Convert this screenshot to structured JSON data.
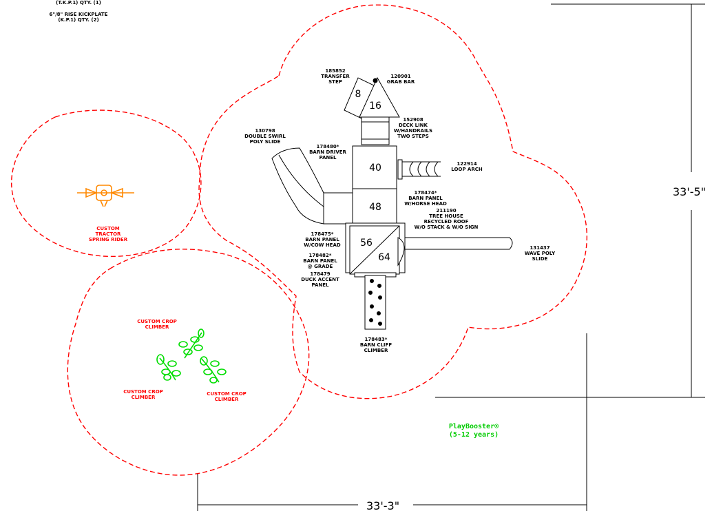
{
  "header_notes": [
    "(T.K.P.1) QTY. (1)",
    "6\"/8\" RISE KICKPLATE",
    "(K.P.1) QTY. (2)"
  ],
  "colors": {
    "boundary": "#ff0000",
    "structure": "#000000",
    "climber": "#00dd00",
    "spring_rider": "#ff8800",
    "brand": "#00cc00"
  },
  "decks": [
    "8",
    "16",
    "40",
    "48",
    "56",
    "64"
  ],
  "labels": {
    "transfer_step": [
      "185852",
      "TRANSFER",
      "STEP"
    ],
    "grab_bar": [
      "120901",
      "GRAB BAR"
    ],
    "deck_link": [
      "152908",
      "DECK LINK",
      "W/HANDRAILS",
      "TWO STEPS"
    ],
    "swirl_slide": [
      "130798",
      "DOUBLE SWIRL",
      "POLY SLIDE"
    ],
    "driver_panel": [
      "178480*",
      "BARN DRIVER",
      "PANEL"
    ],
    "loop_arch": [
      "122914",
      "LOOP ARCH"
    ],
    "horse_panel": [
      "178474*",
      "BARN PANEL",
      "W/HORSE HEAD"
    ],
    "tree_house": [
      "211190",
      "TREE HOUSE",
      "RECYCLED ROOF",
      "W/O STACK & W/O SIGN"
    ],
    "cow_panel": [
      "178475*",
      "BARN PANEL",
      "W/COW HEAD"
    ],
    "grade_panel": [
      "178482*",
      "BARN PANEL",
      "@ GRADE",
      "178479",
      "DUCK ACCENT",
      "PANEL"
    ],
    "wave_slide": [
      "131437",
      "WAVE POLY",
      "SLIDE"
    ],
    "cliff_climber": [
      "178483*",
      "BARN CLIFF",
      "CLIMBER"
    ],
    "spring_rider": [
      "CUSTOM",
      "TRACTOR",
      "SPRING RIDER"
    ],
    "crop_top": [
      "CUSTOM CROP",
      "CLIMBER"
    ],
    "crop_left": [
      "CUSTOM CROP",
      "CLIMBER"
    ],
    "crop_right": [
      "CUSTOM CROP",
      "CLIMBER"
    ]
  },
  "brand": {
    "name": "PlayBooster®",
    "ages": "(5-12 years)"
  },
  "dimensions": {
    "height": "33'-5\"",
    "width": "33'-3\""
  }
}
